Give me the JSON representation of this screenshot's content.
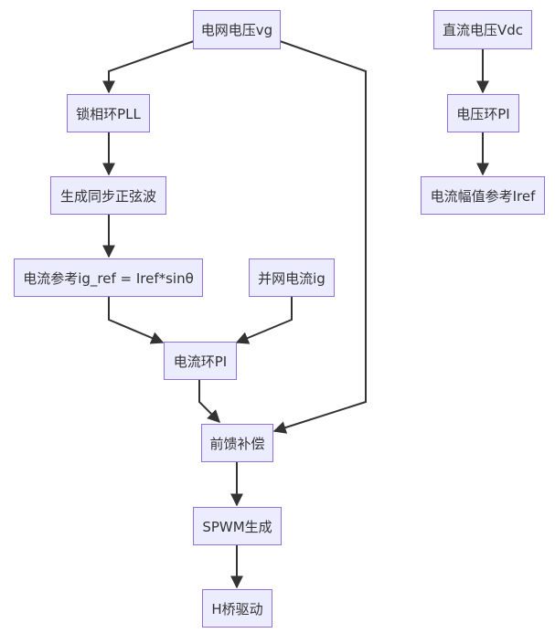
{
  "diagram": {
    "colors": {
      "node_fill": "#ECECFF",
      "node_border": "#9370DB",
      "edge": "#333333",
      "text": "#333333",
      "background": "#FFFFFF"
    },
    "nodes": {
      "vg": "电网电压vg",
      "pll": "锁相环PLL",
      "sync_sine": "生成同步正弦波",
      "iref_calc": "电流参考ig_ref = Iref*sinθ",
      "ig": "并网电流ig",
      "current_pi": "电流环PI",
      "feedforward": "前馈补偿",
      "spwm": "SPWM生成",
      "hbridge": "H桥驱动",
      "vdc": "直流电压Vdc",
      "voltage_pi": "电压环PI",
      "iref_amp": "电流幅值参考Iref"
    },
    "edges": [
      [
        "vg",
        "pll"
      ],
      [
        "pll",
        "sync_sine"
      ],
      [
        "sync_sine",
        "iref_calc"
      ],
      [
        "iref_calc",
        "current_pi"
      ],
      [
        "ig",
        "current_pi"
      ],
      [
        "current_pi",
        "feedforward"
      ],
      [
        "vg",
        "feedforward"
      ],
      [
        "feedforward",
        "spwm"
      ],
      [
        "spwm",
        "hbridge"
      ],
      [
        "vdc",
        "voltage_pi"
      ],
      [
        "voltage_pi",
        "iref_amp"
      ]
    ]
  }
}
